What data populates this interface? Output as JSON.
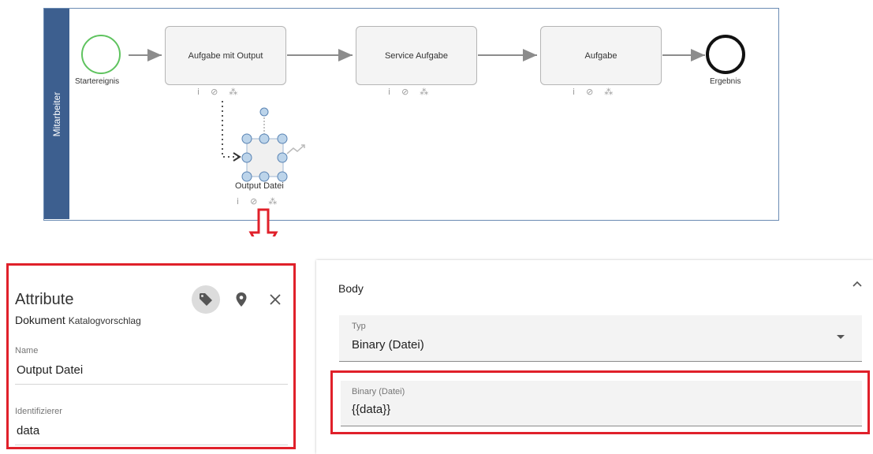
{
  "diagram": {
    "lane_label": "Mitarbeiter",
    "start_event_label": "Startereignis",
    "end_event_label": "Ergebnis",
    "tasks": [
      {
        "label": "Aufgabe mit Output"
      },
      {
        "label": "Service Aufgabe"
      },
      {
        "label": "Aufgabe"
      }
    ],
    "data_object_label": "Output Datei",
    "task_icons": {
      "info": "i",
      "attach": "⊘",
      "tree": "⁂"
    },
    "accent_color": "#3d5f8f"
  },
  "arrow_color": "#e0202a",
  "attribute_panel": {
    "title": "Attribute",
    "type": "Dokument",
    "type_suffix": "Katalogvorschlag",
    "fields": [
      {
        "label": "Name",
        "value": "Output Datei"
      },
      {
        "label": "Identifizierer",
        "value": "data"
      }
    ],
    "icons": [
      "tag-icon",
      "location-pin-icon",
      "close-icon"
    ]
  },
  "body_panel": {
    "title": "Body",
    "typ_label": "Typ",
    "typ_value": "Binary (Datei)",
    "binary_label": "Binary (Datei)",
    "binary_value": "{{data}}"
  }
}
